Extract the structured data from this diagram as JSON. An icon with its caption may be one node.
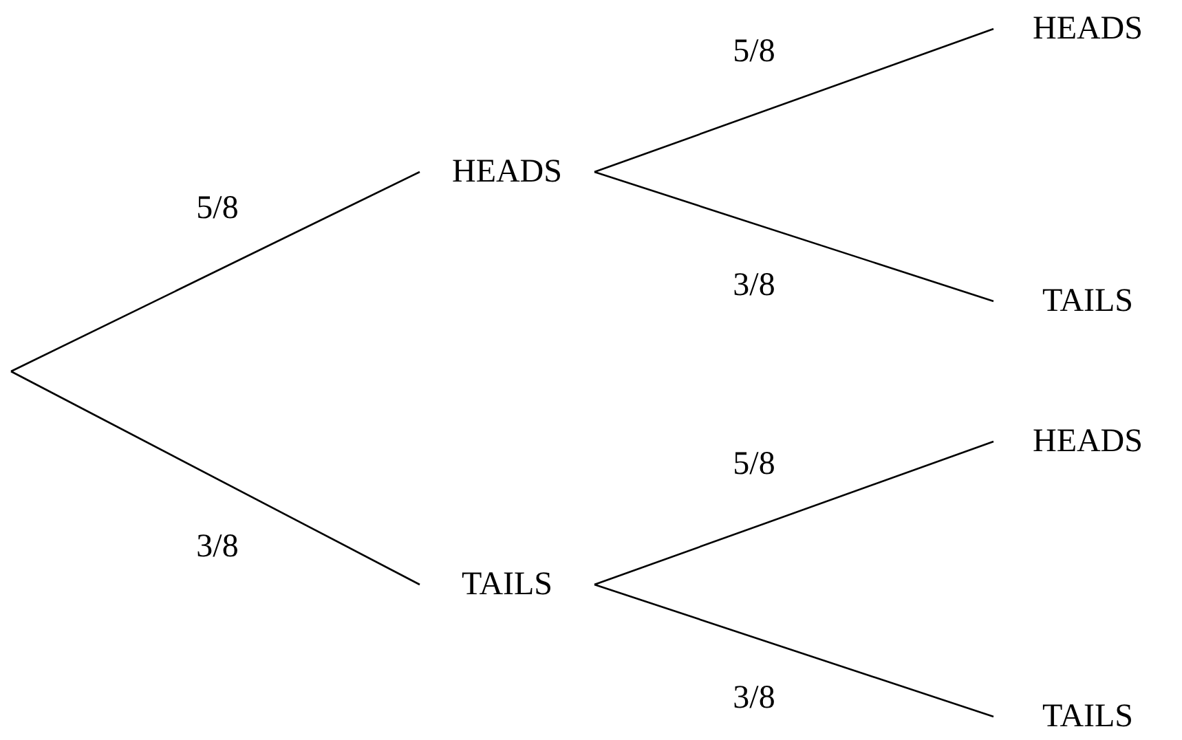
{
  "diagram": {
    "nodes": [
      {
        "text": [
          "HEADS"
        ]
      },
      {
        "text": [
          "TAILS"
        ]
      },
      {
        "text": [
          "HEADS"
        ]
      },
      {
        "text": [
          "TAILS"
        ]
      },
      {
        "text": [
          "HEADS"
        ]
      },
      {
        "text": [
          "TAILS"
        ]
      }
    ],
    "edges": [
      {
        "from": null,
        "to": 0,
        "arrow": "none",
        "label": "5/8"
      },
      {
        "from": null,
        "to": 1,
        "arrow": "none",
        "label": "3/8"
      },
      {
        "from": 0,
        "to": 2,
        "arrow": "none",
        "label": "5/8"
      },
      {
        "from": 0,
        "to": 3,
        "arrow": "none",
        "label": "3/8"
      },
      {
        "from": 1,
        "to": 4,
        "arrow": "none",
        "label": "5/8"
      },
      {
        "from": 1,
        "to": 5,
        "arrow": "none",
        "label": "3/8"
      }
    ]
  }
}
